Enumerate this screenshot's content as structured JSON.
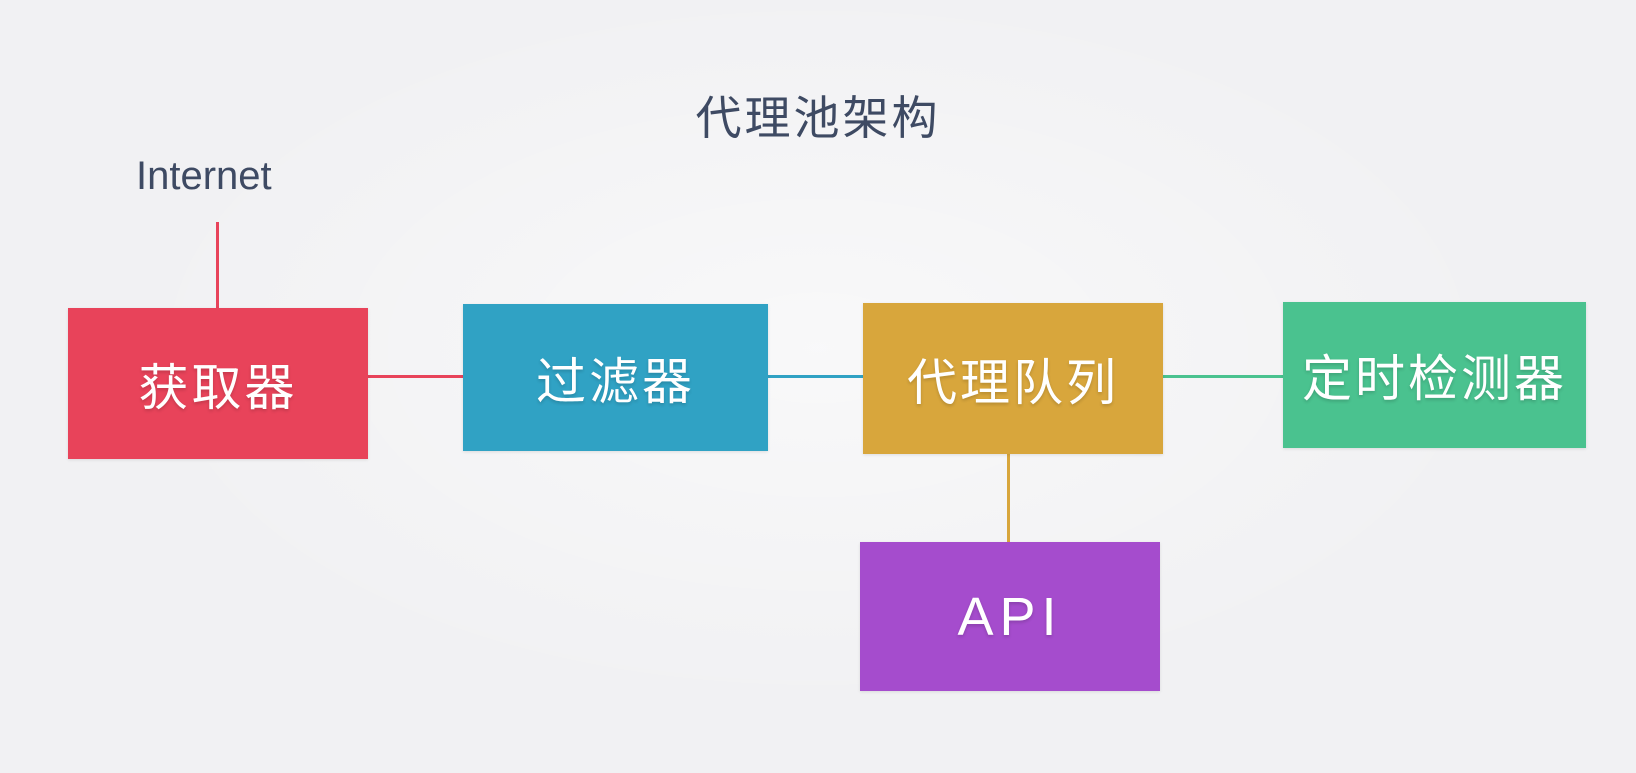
{
  "title": "代理池架构",
  "internet_label": "Internet",
  "nodes": [
    {
      "id": "getter",
      "label": "获取器",
      "color_key": "red"
    },
    {
      "id": "filter",
      "label": "过滤器",
      "color_key": "blue"
    },
    {
      "id": "proxy-queue",
      "label": "代理队列",
      "color_key": "orange"
    },
    {
      "id": "scheduled-tester",
      "label": "定时检测器",
      "color_key": "green"
    },
    {
      "id": "api",
      "label": "API",
      "color_key": "purple"
    }
  ],
  "edges": [
    {
      "from": "internet",
      "to": "getter",
      "color_key": "red"
    },
    {
      "from": "getter",
      "to": "filter",
      "color_key": "red"
    },
    {
      "from": "filter",
      "to": "proxy-queue",
      "color_key": "blue"
    },
    {
      "from": "proxy-queue",
      "to": "scheduled-tester",
      "color_key": "green"
    },
    {
      "from": "proxy-queue",
      "to": "api",
      "color_key": "orange"
    }
  ],
  "colors": {
    "red": "#e8435a",
    "blue": "#30a2c4",
    "orange": "#d8a63c",
    "green": "#4ac28f",
    "purple": "#a54ccd",
    "ink": "#3e4a63",
    "bg": "#f1f1f3",
    "node-text": "#ffffff"
  }
}
